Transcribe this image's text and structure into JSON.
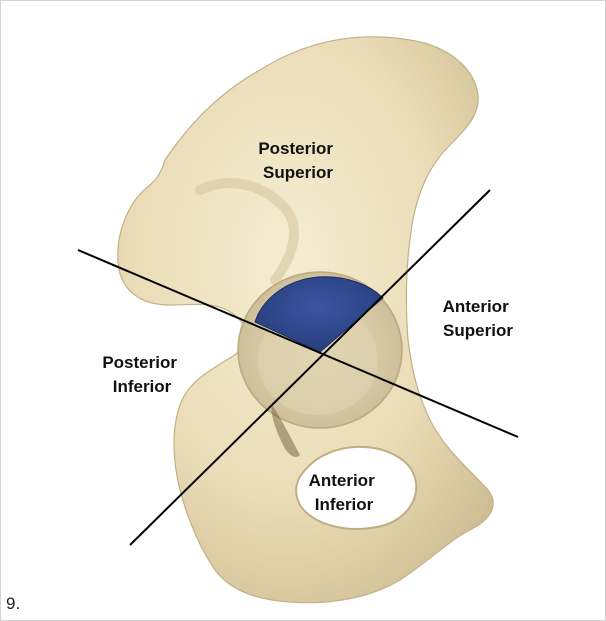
{
  "figure": {
    "labels": {
      "posterior_superior": [
        "Posterior",
        "Superior"
      ],
      "anterior_superior": [
        "Anterior",
        "Superior"
      ],
      "posterior_inferior": [
        "Posterior",
        "Inferior"
      ],
      "anterior_inferior": [
        "Anterior",
        "Inferior"
      ]
    },
    "caption": "9.",
    "colors": {
      "bone": "#efe3c2",
      "bone_shadow": "#cbbb92",
      "acetabulum_highlight": "#2f4480",
      "lines": "#000000"
    }
  }
}
